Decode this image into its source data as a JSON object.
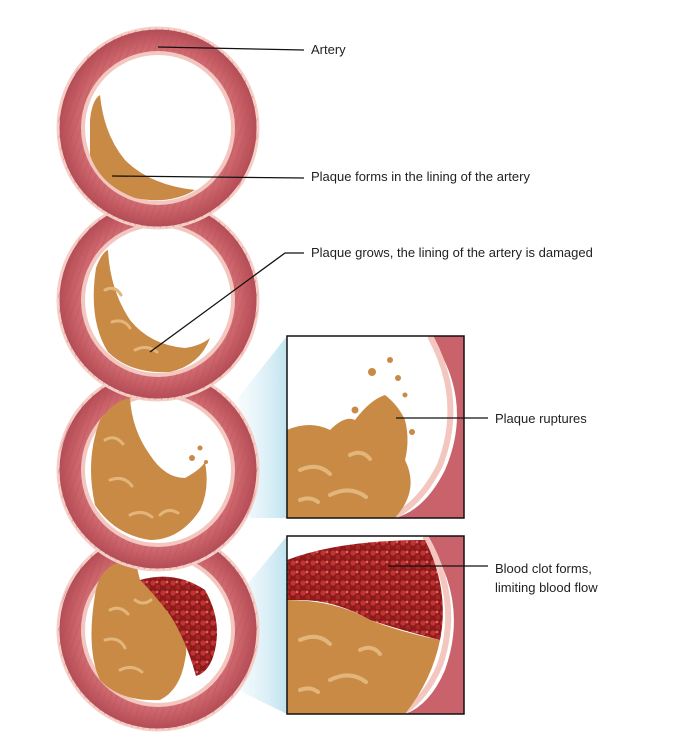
{
  "labels": {
    "artery": "Artery",
    "plaque_forms": "Plaque forms in the lining of the artery",
    "plaque_grows": "Plaque grows, the lining of the artery is damaged",
    "plaque_ruptures": "Plaque ruptures",
    "blood_clot_line1": "Blood clot forms,",
    "blood_clot_line2": "limiting blood flow"
  },
  "colors": {
    "artery_wall": "#c9626a",
    "artery_wall_dark": "#a8464f",
    "artery_rim": "#f3c7bf",
    "plaque": "#c98a45",
    "plaque_light": "#e2b57a",
    "clot": "#9b1e1e",
    "callout_shade": "#cfe9f2",
    "leader_line": "#111111"
  }
}
